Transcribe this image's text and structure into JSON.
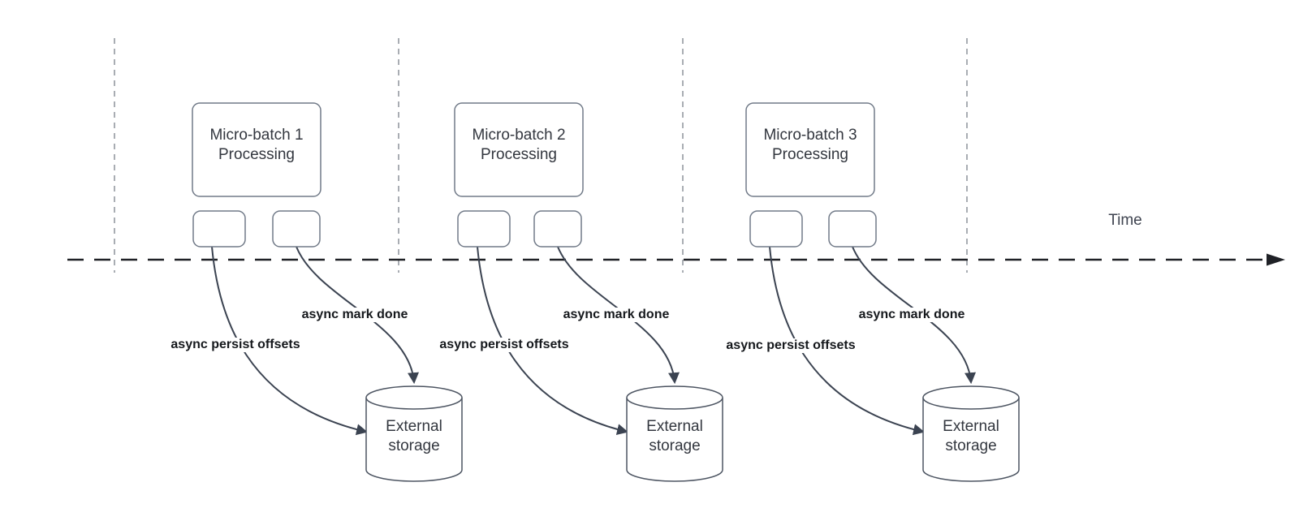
{
  "diagram": {
    "time_axis_label": "Time",
    "groups": [
      {
        "processing_label": "Micro-batch 1 Processing",
        "persist_label": "async persist offsets",
        "mark_done_label": "async mark done",
        "storage_label": "External storage"
      },
      {
        "processing_label": "Micro-batch 2 Processing",
        "persist_label": "async persist offsets",
        "mark_done_label": "async mark done",
        "storage_label": "External storage"
      },
      {
        "processing_label": "Micro-batch 3 Processing",
        "persist_label": "async persist offsets",
        "mark_done_label": "async mark done",
        "storage_label": "External storage"
      }
    ],
    "colors": {
      "curve": "#3b4351",
      "timeline": "#1f2126",
      "divider": "#a9adb3",
      "box_border": "#717a88",
      "cylinder_border": "#4d5562",
      "shape_text": "#33373f",
      "label_text": "#15181c"
    }
  }
}
